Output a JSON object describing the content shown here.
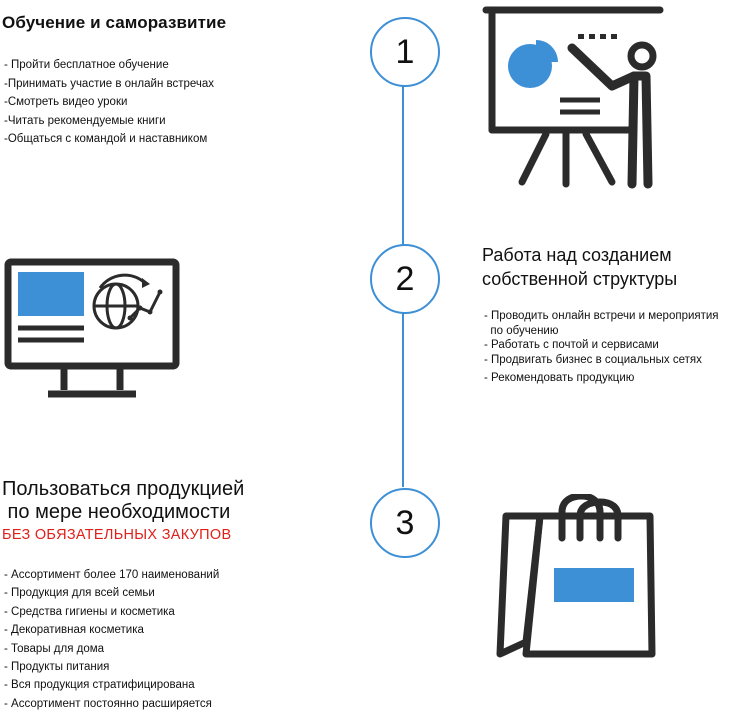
{
  "steps": [
    {
      "number": "1",
      "title": "Обучение и саморазвитие",
      "items": [
        "- Пройти бесплатное обучение",
        "-Принимать участие в онлайн встречах",
        "-Смотреть видео уроки",
        "-Читать рекомендуемые книги",
        "-Общаться с командой и наставником"
      ],
      "icon": "presentation-icon"
    },
    {
      "number": "2",
      "title_line1": "Работа над созданием",
      "title_line2": "собственной структуры",
      "items": [
        "- Проводить онлайн встречи и мероприятия",
        "  по обучению",
        "- Работать с почтой и сервисами",
        "- Продвигать бизнес в социальных сетях",
        "- Рекомендовать продукцию"
      ],
      "icon": "computer-monitor-icon"
    },
    {
      "number": "3",
      "title_line1": "Пользоваться продукцией",
      "title_line2": " по мере необходимости",
      "highlight": "БЕЗ ОБЯЗАТЕЛЬНЫХ ЗАКУПОВ",
      "items": [
        "- Ассортимент более 170 наименований",
        "- Продукция для всей семьи",
        "- Средства гигиены и косметика",
        "- Декоративная косметика",
        "- Товары для дома",
        "- Продукты питания",
        "- Вся продукция стратифицирована",
        "- Ассортимент постоянно расширяется"
      ],
      "icon": "shopping-bag-icon"
    }
  ],
  "colors": {
    "accent": "#3d8fd6",
    "highlight": "#e0201a",
    "icon_stroke": "#2b2b2b"
  }
}
